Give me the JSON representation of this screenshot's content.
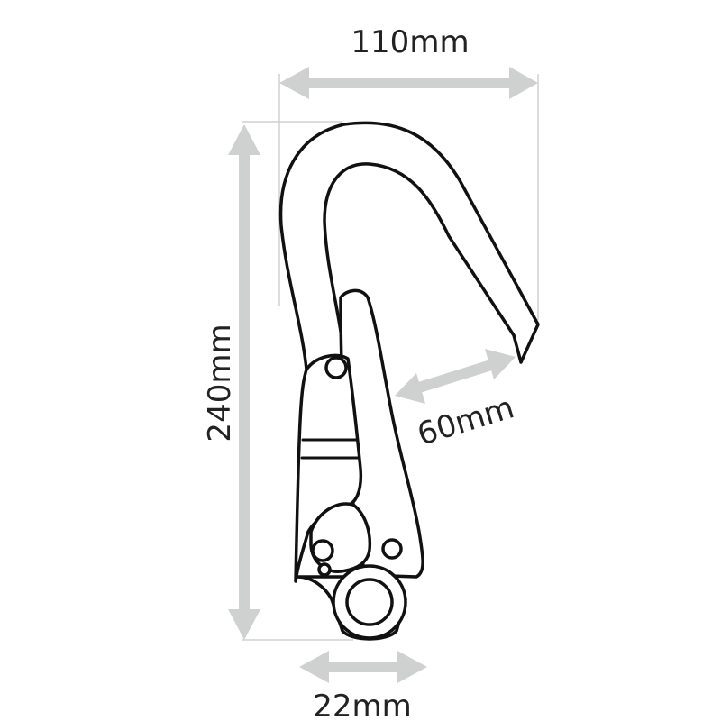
{
  "dimensions": {
    "width": "110mm",
    "height": "240mm",
    "gate_opening": "60mm",
    "eye_width": "22mm"
  },
  "colors": {
    "dimension_arrow": "#cfd0d0",
    "outline": "#111111",
    "background": "#ffffff"
  }
}
